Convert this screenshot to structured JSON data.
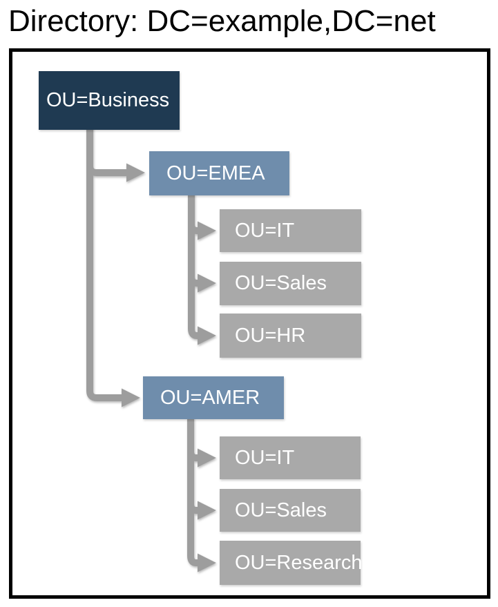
{
  "title": "Directory: DC=example,DC=net",
  "diagram": {
    "root": {
      "label": "OU=Business"
    },
    "branches": [
      {
        "label": "OU=EMEA",
        "children": [
          {
            "label": "OU=IT"
          },
          {
            "label": "OU=Sales"
          },
          {
            "label": "OU=HR"
          }
        ]
      },
      {
        "label": "OU=AMER",
        "children": [
          {
            "label": "OU=IT"
          },
          {
            "label": "OU=Sales"
          },
          {
            "label": "OU=Research"
          }
        ]
      }
    ]
  },
  "colors": {
    "root_box": "#1f3a52",
    "region_box": "#6f8dac",
    "leaf_box": "#a9a9a9",
    "connector": "#9d9d9d",
    "frame_border": "#000000",
    "node_text": "#ffffff",
    "title_text": "#000000",
    "background": "#ffffff"
  }
}
